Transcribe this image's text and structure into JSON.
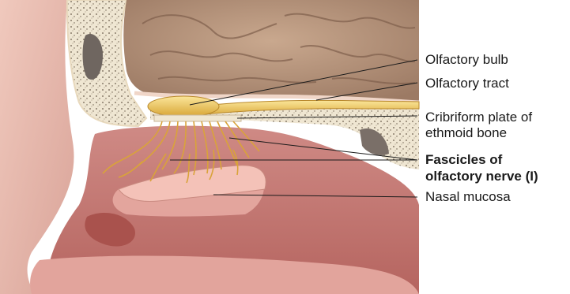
{
  "labels": {
    "olfactory_bulb": "Olfactory bulb",
    "olfactory_tract": "Olfactory tract",
    "cribriform_line1": "Cribriform plate of",
    "cribriform_line2": "ethmoid bone",
    "fascicles_line1": "Fascicles of",
    "fascicles_line2": "olfactory nerve (I)",
    "nasal_mucosa": "Nasal mucosa"
  }
}
